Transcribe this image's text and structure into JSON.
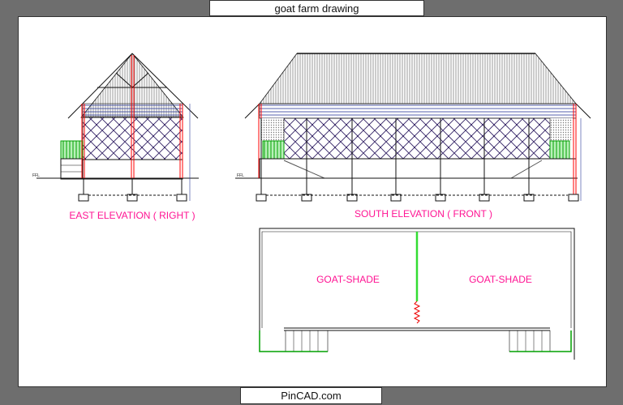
{
  "header": {
    "title": "goat farm drawing"
  },
  "footer": {
    "brand": "PinCAD.com"
  },
  "drawing": {
    "east_elevation_label": "EAST ELEVATION ( RIGHT )",
    "south_elevation_label": "SOUTH ELEVATION ( FRONT )",
    "plan_labels": [
      "GOAT-SHADE",
      "GOAT-SHADE"
    ],
    "level_marker": "FFL",
    "colors": {
      "labels": "#ff1493",
      "columns": "#ff0000",
      "railing": "#00a000",
      "lattice": "#3a2a6a",
      "fascia": "#2a3a9a"
    }
  }
}
